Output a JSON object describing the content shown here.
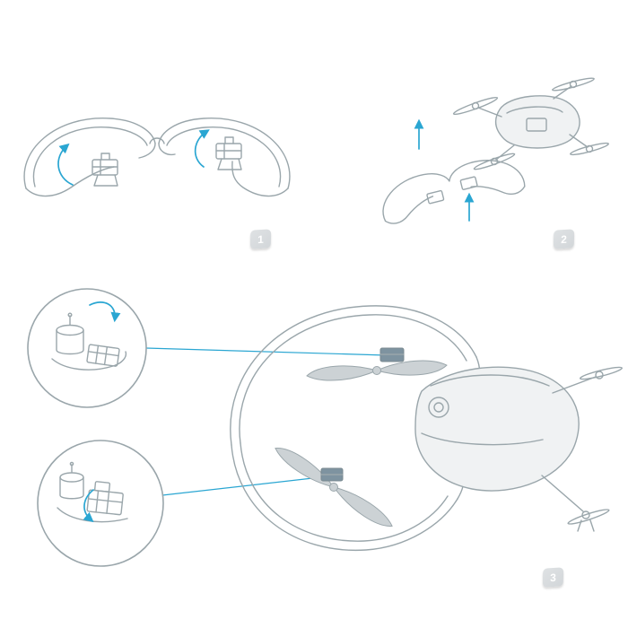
{
  "figure": {
    "type": "instruction-diagram",
    "subject": "drone propeller guard installation",
    "steps": [
      {
        "number": "1"
      },
      {
        "number": "2"
      },
      {
        "number": "3"
      }
    ]
  },
  "icons": [
    "rotate-arrow-icon",
    "up-arrow-icon",
    "zoom-callout-circle",
    "connector-line",
    "step-badge"
  ],
  "colors": {
    "line": "#9aa6ab",
    "line_dark": "#7b8a90",
    "accent": "#2aa6d2",
    "fill_light": "#f0f2f3",
    "prop_fill": "#ccd2d5",
    "clip": "#7e93a0",
    "badge_bg": "#d2d6d9",
    "badge_text": "#ffffff"
  }
}
